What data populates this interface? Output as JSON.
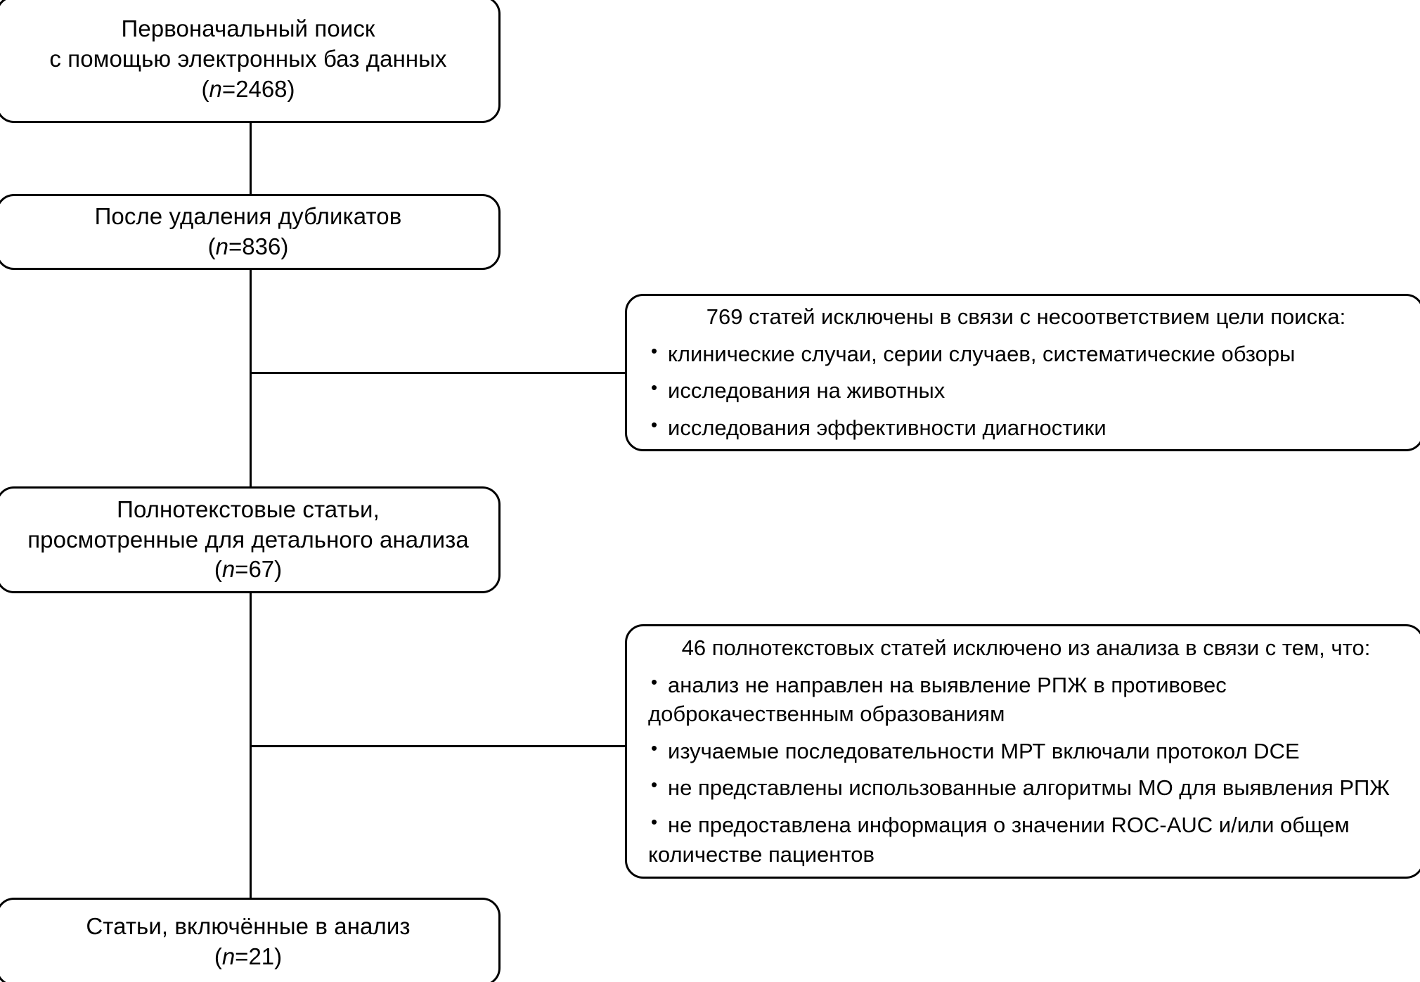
{
  "diagram": {
    "title": "PRISMA flow diagram",
    "language": "ru",
    "stroke_color": "#000000",
    "background_color": "#ffffff"
  },
  "stages": [
    {
      "id": "initial-search",
      "lines": [
        "Первоначальный поиск",
        "с помощью электронных баз данных"
      ],
      "count_prefix": "(",
      "count_label": "n",
      "count_sep": "=",
      "count_value": "2468",
      "count_suffix": ")"
    },
    {
      "id": "after-duplicates",
      "lines": [
        "После удаления дубликатов"
      ],
      "count_prefix": "(",
      "count_label": "n",
      "count_sep": "=",
      "count_value": "836",
      "count_suffix": ")"
    },
    {
      "id": "fulltext-reviewed",
      "lines": [
        "Полнотекстовые статьи,",
        "просмотренные для детального анализа"
      ],
      "count_prefix": "(",
      "count_label": "n",
      "count_sep": "=",
      "count_value": "67",
      "count_suffix": ")"
    },
    {
      "id": "included",
      "lines": [
        "Статьи, включённые в анализ"
      ],
      "count_prefix": "(",
      "count_label": "n",
      "count_sep": "=",
      "count_value": "21",
      "count_suffix": ")"
    }
  ],
  "exclusions": [
    {
      "id": "excluded-screening",
      "heading": "769 статей исключены в связи с несоответствием цели поиска:",
      "items": [
        {
          "text": "клинические случаи, серии случаев, систематические обзоры",
          "continuation": ""
        },
        {
          "text": "исследования на животных",
          "continuation": ""
        },
        {
          "text": "исследования эффективности диагностики",
          "continuation": ""
        }
      ]
    },
    {
      "id": "excluded-fulltext",
      "heading": "46 полнотекстовых статей исключено из анализа в связи с тем, что:",
      "items": [
        {
          "text": "анализ не направлен на выявление РПЖ в противовес",
          "continuation": "доброкачественным образованиям"
        },
        {
          "text": "изучаемые последовательности МРТ включали протокол DCE",
          "continuation": ""
        },
        {
          "text": "не представлены использованные алгоритмы МО для выявления РПЖ",
          "continuation": ""
        },
        {
          "text": "не предоставлена информация о значении ROC-AUC и/или общем",
          "continuation": "количестве пациентов"
        }
      ]
    }
  ]
}
